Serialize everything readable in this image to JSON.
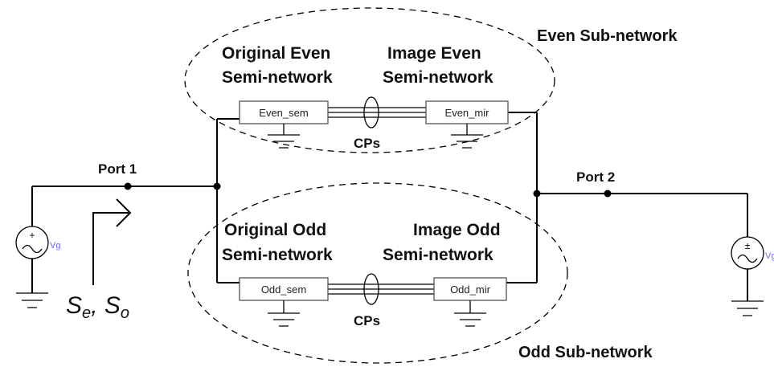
{
  "labels": {
    "even_subnetwork": "Even Sub-network",
    "odd_subnetwork": "Odd Sub-network",
    "original_even": [
      "Original Even",
      "Semi-network"
    ],
    "image_even": [
      "Image Even",
      "Semi-network"
    ],
    "original_odd": [
      "Original Odd",
      "Semi-network"
    ],
    "image_odd": [
      "Image Odd",
      "Semi-network"
    ],
    "cps": "CPs",
    "port1": "Port 1",
    "port2": "Port 2",
    "vg": "Vg",
    "se_so": {
      "s1": "S",
      "sub1": "e",
      "sep": ", ",
      "s2": "S",
      "sub2": "o"
    }
  },
  "blocks": {
    "even_sem": "Even_sem",
    "even_mir": "Even_mir",
    "odd_sem": "Odd_sem",
    "odd_mir": "Odd_mir"
  }
}
